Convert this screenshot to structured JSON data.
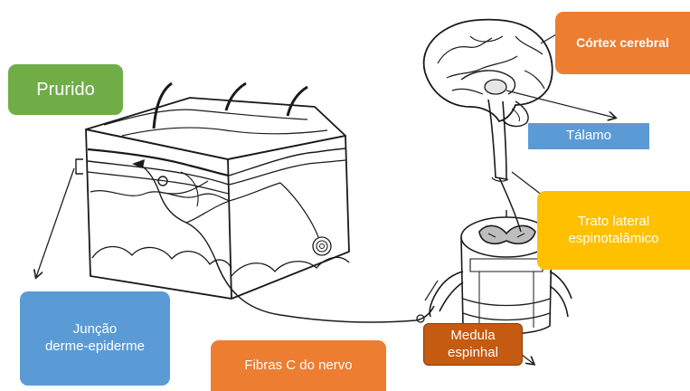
{
  "labels": {
    "prurido": "Prurido",
    "cortex": "Córtex cerebral",
    "talamo": "Tálamo",
    "trato": "Trato lateral espinotalâmico",
    "juncao": "Junção\nderme-epiderme",
    "fibras": "Fibras C do nervo",
    "medula": "Medula\nespinhal"
  },
  "colors": {
    "green": "#70ad47",
    "orange": "#ed7d31",
    "blue": "#5b9bd5",
    "yellow": "#ffc000",
    "dark_orange": "#c55a11"
  },
  "illustrations": [
    "skin-block",
    "brain",
    "spinal-cord-segment",
    "nerve-fiber"
  ]
}
